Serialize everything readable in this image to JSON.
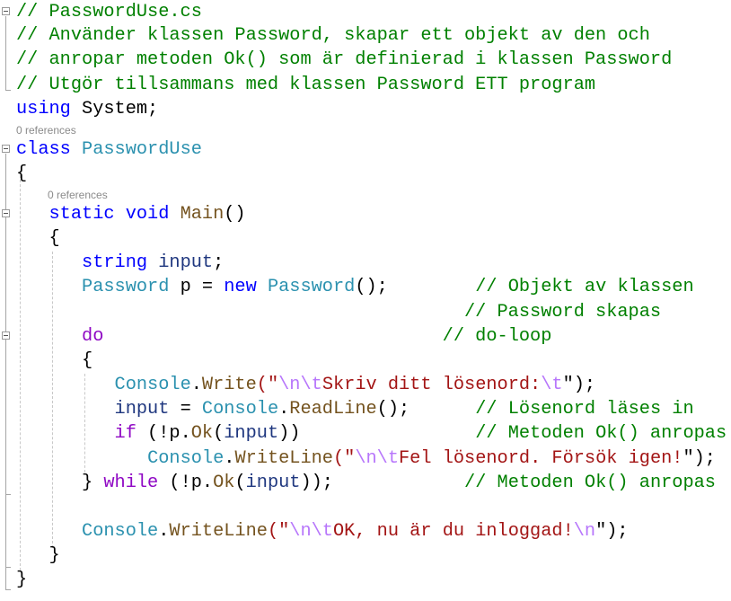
{
  "file_name": "PasswordUse.cs",
  "colors": {
    "keyword": "#0000ff",
    "control_keyword": "#8f08c4",
    "type": "#2b91af",
    "comment": "#008000",
    "string": "#a31515",
    "escape": "#b776fb",
    "method": "#74531f",
    "identifier": "#1f377f",
    "codelens": "#8a8a8a"
  },
  "codelens": {
    "class_refs": "0 references",
    "main_refs": "0 references"
  },
  "lines": {
    "l1": {
      "comment": "// PasswordUse.cs"
    },
    "l2": {
      "comment": "// Använder klassen Password, skapar ett objekt av den och"
    },
    "l3": {
      "comment": "// anropar metoden Ok() som är definierad i klassen Password"
    },
    "l4": {
      "comment": "// Utgör tillsammans med klassen Password ETT program"
    },
    "l5": {
      "kw": "using",
      "rest": " System;"
    },
    "l6": {
      "kw": "class",
      "sp": " ",
      "type": "PasswordUse"
    },
    "l7": {
      "text": "{"
    },
    "l8": {
      "indent": "   ",
      "kw1": "static",
      "sp1": " ",
      "kw2": "void",
      "sp2": " ",
      "fn": "Main",
      "rest": "()"
    },
    "l9": {
      "text": "   {"
    },
    "l10": {
      "indent": "      ",
      "kw": "string",
      "sp": " ",
      "id": "input",
      "rest": ";"
    },
    "l11": {
      "indent": "      ",
      "type1": "Password",
      "mid1": " p = ",
      "kw": "new",
      "sp": " ",
      "type2": "Password",
      "rest": "();",
      "pad": "        ",
      "comment": "// Objekt av klassen"
    },
    "l12": {
      "indent": "                                         ",
      "comment": "// Password skapas"
    },
    "l13": {
      "indent": "      ",
      "kw": "do",
      "pad": "                               ",
      "comment": "// do-loop"
    },
    "l14": {
      "text": "      {"
    },
    "l15": {
      "indent": "         ",
      "type": "Console",
      "dot": ".",
      "fn": "Write",
      "open": "(\"",
      "esc1": "\\n\\t",
      "str": "Skriv ditt lösenord:",
      "esc2": "\\t",
      "close": "\");"
    },
    "l16": {
      "indent": "         ",
      "id": "input",
      "mid": " = ",
      "type": "Console",
      "dot": ".",
      "fn": "ReadLine",
      "rest": "();",
      "pad": "      ",
      "comment": "// Lösenord läses in"
    },
    "l17": {
      "indent": "         ",
      "kw": "if",
      "mid": " (!p.",
      "fn": "Ok",
      "open": "(",
      "id": "input",
      "close": "))",
      "pad": "                ",
      "comment": "// Metoden Ok() anropas"
    },
    "l18": {
      "indent": "            ",
      "type": "Console",
      "dot": ".",
      "fn": "WriteLine",
      "open": "(\"",
      "esc1": "\\n\\t",
      "str": "Fel lösenord. Försök igen!",
      "close": "\");"
    },
    "l19": {
      "indent": "      } ",
      "kw": "while",
      "mid": " (!p.",
      "fn": "Ok",
      "open": "(",
      "id": "input",
      "close": "));",
      "pad": "            ",
      "comment": "// Metoden Ok() anropas"
    },
    "l20": {
      "indent": "      ",
      "type": "Console",
      "dot": ".",
      "fn": "WriteLine",
      "open": "(\"",
      "esc1": "\\n\\t",
      "str": "OK, nu är du inloggad!",
      "esc2": "\\n",
      "close": "\");"
    },
    "l21": {
      "text": "   }"
    },
    "l22": {
      "text": "}"
    }
  },
  "fold_icons": [
    "collapse-icon",
    "collapse-icon",
    "collapse-icon",
    "collapse-icon"
  ]
}
